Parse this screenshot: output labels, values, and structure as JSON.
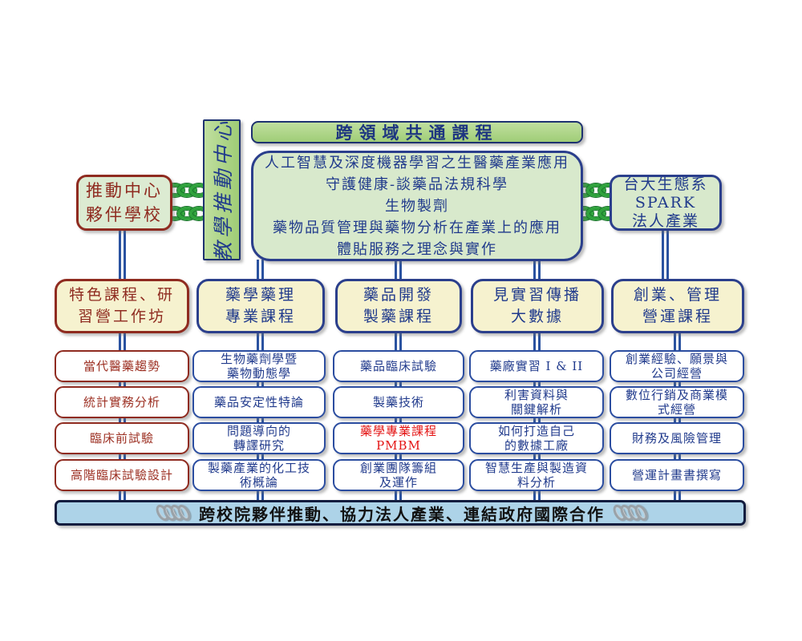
{
  "top": {
    "title": "跨領域共通課程",
    "teaching_center": "教學推動中心",
    "courses": [
      "人工智慧及深度機器學習之生醫藥產業應用",
      "守護健康-談藥品法規科學",
      "生物製劑",
      "藥物品質管理與藥物分析在產業上的應用",
      "體貼服務之理念與實作"
    ]
  },
  "left_partner": {
    "text": "推動中心\n夥伴學校"
  },
  "right_partner": {
    "text": "台大生態系\nSPARK\n法人產業"
  },
  "columns": [
    {
      "header": "特色課程、研\n習營工作坊",
      "accent": "dark-red",
      "courses": [
        {
          "text": "當代醫藥趨勢"
        },
        {
          "text": "統計實務分析"
        },
        {
          "text": "臨床前試驗"
        },
        {
          "text": "高階臨床試驗設計"
        }
      ]
    },
    {
      "header": "藥學藥理\n專業課程",
      "courses": [
        {
          "text": "生物藥劑學暨\n藥物動態學"
        },
        {
          "text": "藥品安定性特論"
        },
        {
          "text": "問題導向的\n轉譯研究"
        },
        {
          "text": "製藥產業的化工技\n術概論"
        }
      ]
    },
    {
      "header": "藥品開發\n製藥課程",
      "courses": [
        {
          "text": "藥品臨床試驗"
        },
        {
          "text": "製藥技術"
        },
        {
          "text": "藥學專業課程\nPMBM",
          "accent": "red"
        },
        {
          "text": "創業團隊籌組\n及運作"
        }
      ]
    },
    {
      "header": "見實習傳播\n大數據",
      "courses": [
        {
          "text": "藥廠實習 I & II"
        },
        {
          "text": "利害資料與\n關鍵解析"
        },
        {
          "text": "如何打造自己\n的數據工廠"
        },
        {
          "text": "智慧生產與製造資\n料分析"
        }
      ]
    },
    {
      "header": "創業、管理\n營運課程",
      "courses": [
        {
          "text": "創業經驗、願景與\n公司經營"
        },
        {
          "text": "數位行銷及商業模\n式經營"
        },
        {
          "text": "財務及風險管理"
        },
        {
          "text": "營運計畫書撰寫"
        }
      ]
    }
  ],
  "bottom_bar": {
    "label": "跨校院夥伴推動、協力法人產業、連結政府國際合作"
  },
  "icons": {
    "chain_green": "chain-link-icon",
    "chain_gray": "chain-link-icon"
  },
  "colors": {
    "accent_blue": "#203a8c",
    "border_blue": "#2b3f8c",
    "line_blue": "#2a52a0",
    "accent_dark_red": "#8f2b20",
    "pmbm_red": "#e41414",
    "green_box": "#a0cd77",
    "light_green": "#d8e9cc",
    "cream": "#f6f2cf",
    "bar_blue": "#add3e8",
    "chain_green": "#2fa23c",
    "chain_gray": "#9aa2a8"
  }
}
